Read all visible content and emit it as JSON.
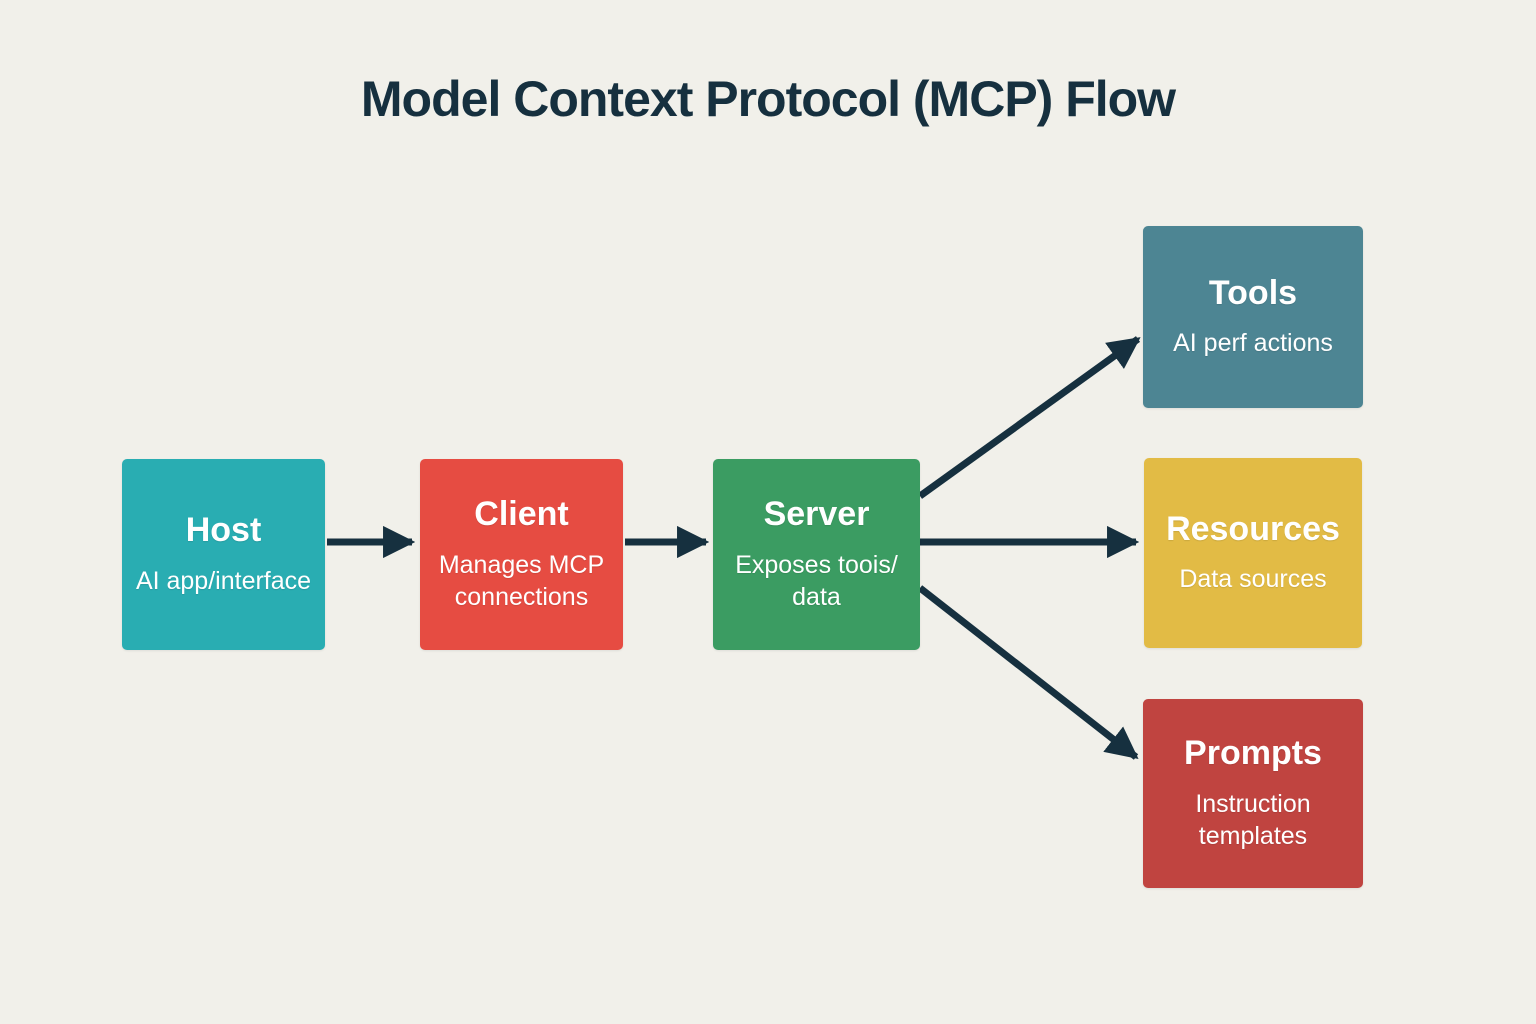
{
  "title": "Model Context Protocol (MCP) Flow",
  "colors": {
    "background": "#f1f0ea",
    "title_text": "#16303f",
    "arrow": "#16303f",
    "node_text": "#ffffff"
  },
  "nodes": [
    {
      "id": "host",
      "label": "Host",
      "sublabel": "AI app/interface",
      "color": "#29adb2"
    },
    {
      "id": "client",
      "label": "Client",
      "sublabel": "Manages MCP\nconnections",
      "color": "#e64c42"
    },
    {
      "id": "server",
      "label": "Server",
      "sublabel": "Exposes toois/\ndata",
      "color": "#3b9c62"
    },
    {
      "id": "tools",
      "label": "Tools",
      "sublabel": "AI perf actions",
      "color": "#4d8593"
    },
    {
      "id": "resources",
      "label": "Resources",
      "sublabel": "Data sources",
      "color": "#e2bb45"
    },
    {
      "id": "prompts",
      "label": "Prompts",
      "sublabel": "Instruction\ntemplates",
      "color": "#c04440"
    }
  ],
  "edges": [
    {
      "from": "host",
      "to": "client"
    },
    {
      "from": "client",
      "to": "server"
    },
    {
      "from": "server",
      "to": "tools"
    },
    {
      "from": "server",
      "to": "resources"
    },
    {
      "from": "server",
      "to": "prompts"
    }
  ]
}
